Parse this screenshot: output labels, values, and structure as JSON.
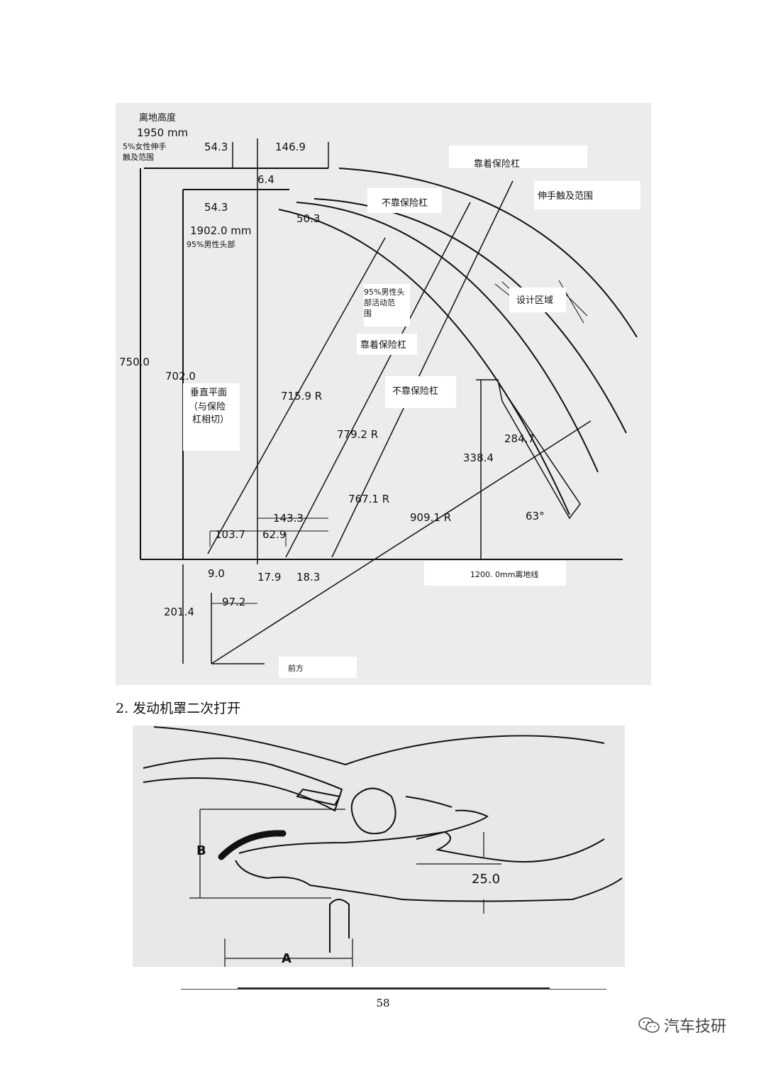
{
  "figure1": {
    "ground_height_label": "离地高度",
    "ground_height_value": "1950  mm",
    "female_reach_label_1": "5%女性伸手",
    "female_reach_label_2": "触及范围",
    "dim_54_3_top": "54.3",
    "dim_146_9": "146.9",
    "dim_6_4": "6.4",
    "dim_54_3_mid": "54.3",
    "dim_50_3": "50.3",
    "head_height_value": "1902.0  mm",
    "male_head_label": "95%男性头部",
    "dim_750": "750.0",
    "dim_702": "702.0",
    "vertical_plane_1": "垂直平面",
    "vertical_plane_2": "（与保险",
    "vertical_plane_3": "杠相切）",
    "r_715_9": "715.9 R",
    "r_779_2": "779.2 R",
    "r_767_1": "767.1 R",
    "r_909_1": "909.1 R",
    "lean_on_bumper_top": "靠着保险杠",
    "not_lean_bumper_top": "不靠保险杠",
    "reach_range": "伸手触及范围",
    "male_head_range_1": "95%男性头",
    "male_head_range_2": "部活动范",
    "male_head_range_3": "围",
    "design_zone": "设计区域",
    "lean_on_bumper_mid": "靠着保险杠",
    "not_lean_bumper_mid": "不靠保险杠",
    "dim_284_7": "284.7",
    "dim_338_4": "338.4",
    "angle_63": "63°",
    "dim_143_3": "143.3",
    "dim_103_7": "103.7",
    "dim_62_9": "62.9",
    "dim_9_0": "9.0",
    "dim_17_9": "17.9",
    "dim_18_3": "18.3",
    "ground_line_label": "1200. 0mm离地线",
    "dim_201_4": "201.4",
    "dim_97_2": "97.2",
    "front_label": "前方"
  },
  "caption": "2.  发动机罩二次打开",
  "figure2": {
    "label_b": "B",
    "label_a": "A",
    "dim_25": "25.0"
  },
  "page_number": "58",
  "watermark_text": "汽车技研"
}
